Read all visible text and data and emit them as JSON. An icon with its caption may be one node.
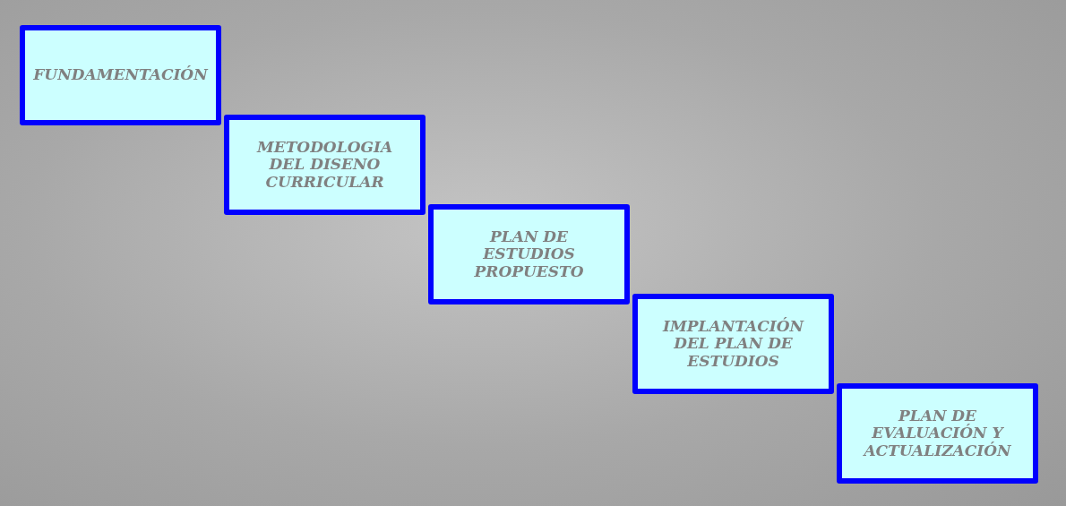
{
  "diagram": {
    "nodes": [
      {
        "text": [
          "FUNDAMENTACIÓN"
        ]
      },
      {
        "text": [
          "METODOLOGIA DEL DISENO CURRICULAR"
        ]
      },
      {
        "text": [
          "PLAN DE ESTUDIOS PROPUESTO"
        ]
      },
      {
        "text": [
          "IMPLANTACIÓN DEL PLAN DE ESTUDIOS"
        ]
      },
      {
        "text": [
          "PLAN DE EVALUACIÓN Y ACTUALIZACIÓN"
        ]
      }
    ]
  }
}
